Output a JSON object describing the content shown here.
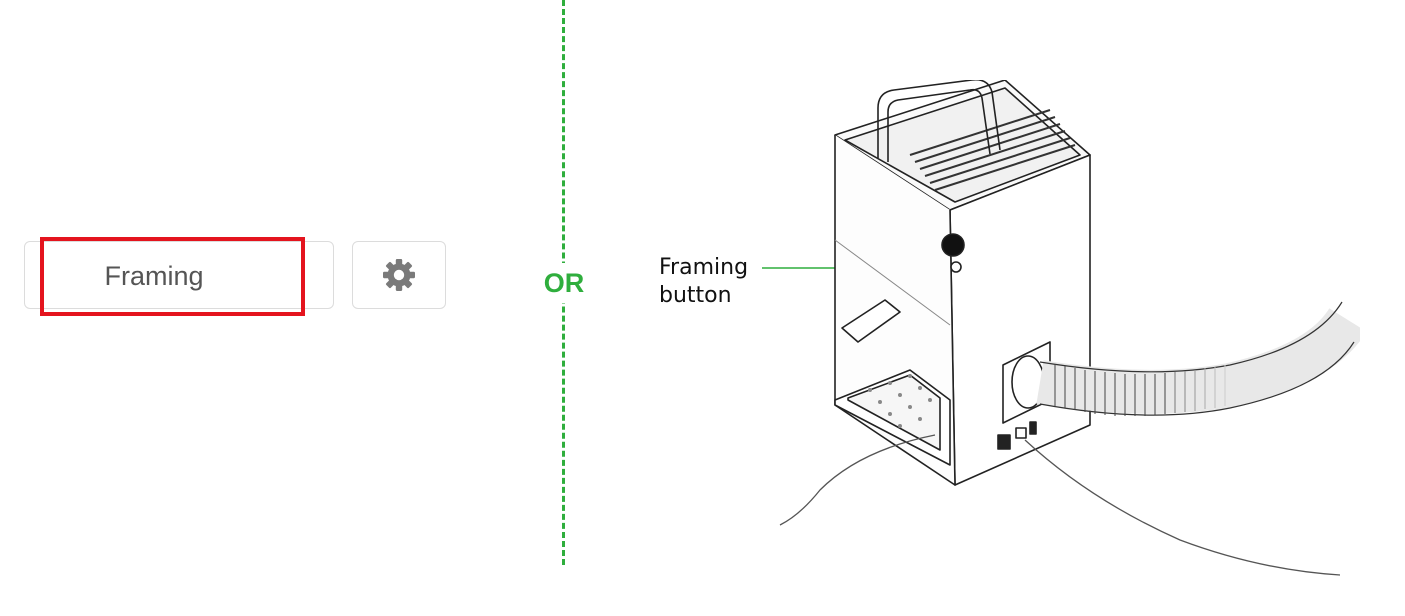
{
  "software_panel": {
    "framing_button_label": "Framing",
    "settings_icon": "gear-icon",
    "highlight_color": "#e4141e"
  },
  "divider": {
    "label": "OR",
    "color": "#2fae3d"
  },
  "machine_callout": {
    "line1": "Framing",
    "line2": "button"
  }
}
